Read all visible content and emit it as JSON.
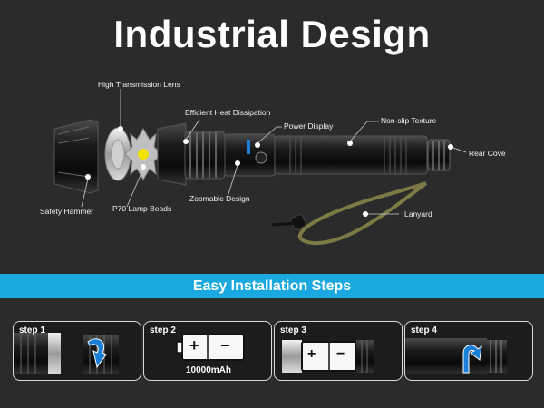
{
  "title": "Industrial Design",
  "parts": {
    "lens": "High Transmission Lens",
    "heat": "Efficient Heat Dissipation",
    "power": "Power Display",
    "texture": "Non-slip Texture",
    "rear": "Rear Cove",
    "hammer": "Safety Hammer",
    "beads": "P70 Lamp Beads",
    "zoom": "Zoomable Design",
    "lanyard": "Lanyard"
  },
  "banner": "Easy Installation Steps",
  "steps": [
    {
      "label": "step 1"
    },
    {
      "label": "step 2",
      "caption": "10000mAh",
      "plus": "+",
      "minus": "−"
    },
    {
      "label": "step 3",
      "plus": "+",
      "minus": "−"
    },
    {
      "label": "step 4"
    }
  ],
  "colors": {
    "accent": "#1aa8e0",
    "background": "#2b2b2b",
    "arrow": "#1a7fd6",
    "cord": "#7d7a45"
  }
}
